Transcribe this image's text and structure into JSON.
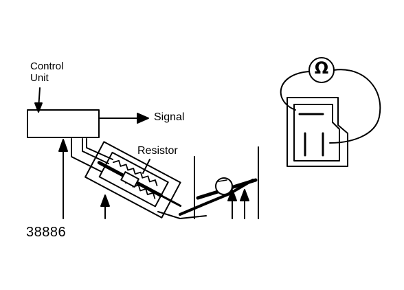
{
  "labels": {
    "control_unit_line1": "Control",
    "control_unit_line2": "Unit",
    "signal": "Signal",
    "resistor": "Resistor",
    "figure_number": "38886",
    "ohm_symbol": "Ω"
  },
  "colors": {
    "ink": "#000000",
    "background": "#ffffff"
  }
}
